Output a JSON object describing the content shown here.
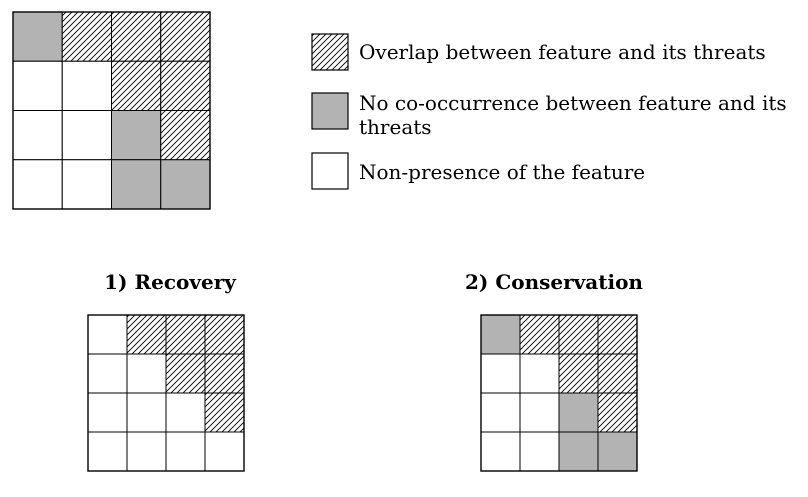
{
  "colors": {
    "grey": "#b3b3b3",
    "white": "#ffffff",
    "grid_line": "#000000",
    "hatch_line": "#000000"
  },
  "cell_codes": {
    "H": "Overlap between feature and its threats",
    "G": "No co-occurrence between feature and its threats",
    "W": "Non-presence of the feature"
  },
  "legend": {
    "hatched_label": "Overlap between feature and its threats",
    "grey_label_line1": "No co-occurrence between feature and its",
    "grey_label_line2": "threats",
    "white_label": "Non-presence of the feature"
  },
  "grids": {
    "main": {
      "title": "",
      "cells": [
        [
          "G",
          "H",
          "H",
          "H"
        ],
        [
          "W",
          "W",
          "H",
          "H"
        ],
        [
          "W",
          "W",
          "G",
          "H"
        ],
        [
          "W",
          "W",
          "G",
          "G"
        ]
      ]
    },
    "recovery": {
      "title": "1) Recovery",
      "cells": [
        [
          "W",
          "H",
          "H",
          "H"
        ],
        [
          "W",
          "W",
          "H",
          "H"
        ],
        [
          "W",
          "W",
          "W",
          "H"
        ],
        [
          "W",
          "W",
          "W",
          "W"
        ]
      ]
    },
    "conservation": {
      "title": "2) Conservation",
      "cells": [
        [
          "G",
          "H",
          "H",
          "H"
        ],
        [
          "W",
          "W",
          "H",
          "H"
        ],
        [
          "W",
          "W",
          "G",
          "H"
        ],
        [
          "W",
          "W",
          "G",
          "G"
        ]
      ]
    }
  }
}
